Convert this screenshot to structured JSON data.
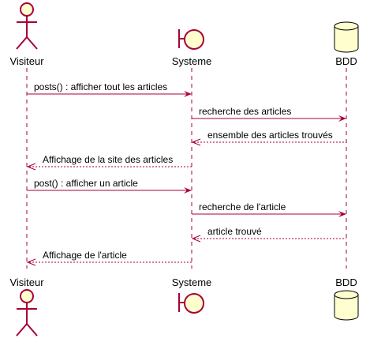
{
  "participants": [
    {
      "id": "visiteur",
      "name": "Visiteur",
      "kind": "actor",
      "icon": "actor-icon"
    },
    {
      "id": "systeme",
      "name": "Systeme",
      "kind": "boundary",
      "icon": "boundary-icon"
    },
    {
      "id": "bdd",
      "name": "BDD",
      "kind": "database",
      "icon": "database-icon"
    }
  ],
  "messages": [
    {
      "from": "visiteur",
      "to": "systeme",
      "text": "posts() : afficher tout les articles",
      "style": "sync"
    },
    {
      "from": "systeme",
      "to": "bdd",
      "text": "recherche des articles",
      "style": "sync"
    },
    {
      "from": "bdd",
      "to": "systeme",
      "text": "ensemble des articles trouvés",
      "style": "return"
    },
    {
      "from": "systeme",
      "to": "visiteur",
      "text": "Affichage de la site des articles",
      "style": "return"
    },
    {
      "from": "visiteur",
      "to": "systeme",
      "text": "post() : afficher un article",
      "style": "sync"
    },
    {
      "from": "systeme",
      "to": "bdd",
      "text": "recherche de l'article",
      "style": "sync"
    },
    {
      "from": "bdd",
      "to": "systeme",
      "text": "article trouvé",
      "style": "return"
    },
    {
      "from": "systeme",
      "to": "visiteur",
      "text": "Affichage de l'article",
      "style": "return"
    }
  ],
  "colors": {
    "line": "#A80036",
    "fill": "#FEFECE",
    "text": "#000000",
    "background": "#FFFFFF"
  }
}
